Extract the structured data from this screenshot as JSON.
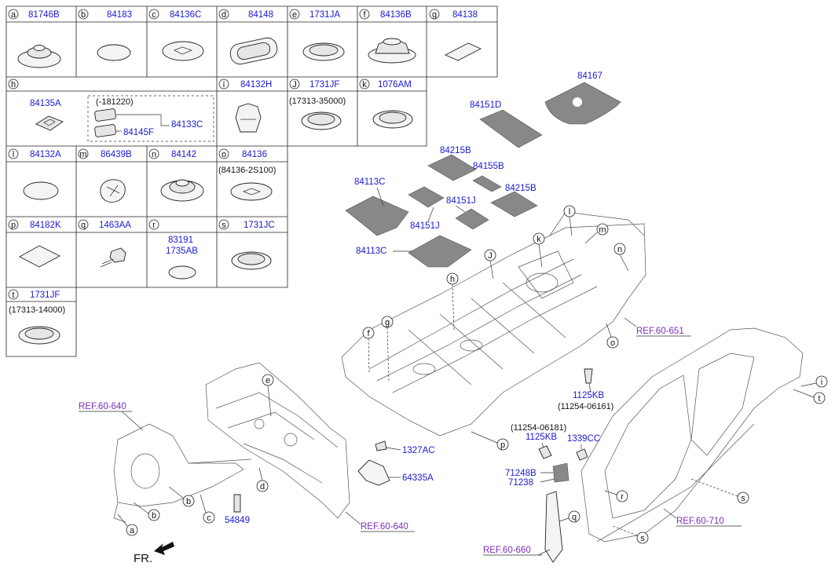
{
  "grid": [
    {
      "letter": "a",
      "part": "81746B"
    },
    {
      "letter": "b",
      "part": "84183"
    },
    {
      "letter": "c",
      "part": "84136C"
    },
    {
      "letter": "d",
      "part": "84148"
    },
    {
      "letter": "e",
      "part": "1731JA"
    },
    {
      "letter": "f",
      "part": "84136B"
    },
    {
      "letter": "g",
      "part": "84138"
    },
    {
      "letter": "h",
      "part": ""
    },
    {
      "letter": "i",
      "part": "84132H"
    },
    {
      "letter": "J",
      "part": "1731JF",
      "note": "(17313-35000)"
    },
    {
      "letter": "k",
      "part": "1076AM"
    },
    {
      "letter": "l",
      "part": "84132A"
    },
    {
      "letter": "m",
      "part": "86439B"
    },
    {
      "letter": "n",
      "part": "84142"
    },
    {
      "letter": "o",
      "part": "84136",
      "note": "(84136-2S100)"
    },
    {
      "letter": "p",
      "part": "84182K"
    },
    {
      "letter": "q",
      "part": "1463AA"
    },
    {
      "letter": "r",
      "part": "",
      "inner": [
        "83191",
        "1735AB"
      ]
    },
    {
      "letter": "s",
      "part": "1731JC"
    },
    {
      "letter": "t",
      "part": "1731JF",
      "note": "(17313-14000)"
    }
  ],
  "cell_h": {
    "left": "84135A",
    "dated": "(-181220)",
    "inner_a": "84145F",
    "inner_b": "84133C"
  },
  "pads": [
    "84167",
    "84151D",
    "84215B",
    "84155B",
    "84215B",
    "84113C",
    "84151J",
    "84151J",
    "84113C"
  ],
  "callout_letters": [
    "l",
    "m",
    "k",
    "n",
    "J",
    "h",
    "g",
    "f",
    "o",
    "e",
    "d",
    "a",
    "b",
    "c",
    "p",
    "i",
    "t",
    "r",
    "s",
    "q"
  ],
  "parts": {
    "p1125kb_a": "1125KB",
    "p1125kb_a_note": "(11254-06161)",
    "p1125kb_b_note": "(11254-06181)",
    "p1125kb_b": "1125KB",
    "p1339cc": "1339CC",
    "p71248b": "71248B",
    "p71238": "71238",
    "p1327ac": "1327AC",
    "p64335a": "64335A",
    "p54849": "54849"
  },
  "refs": {
    "r651": "REF.60-651",
    "r640a": "REF.60-640",
    "r640b": "REF.60-640",
    "r710": "REF.60-710",
    "r660": "REF.60-660"
  },
  "front_label": "FR.",
  "colors": {
    "part_number": "#1a1ad0",
    "reference": "#7a2fb8",
    "pad_fill": "#888888"
  }
}
